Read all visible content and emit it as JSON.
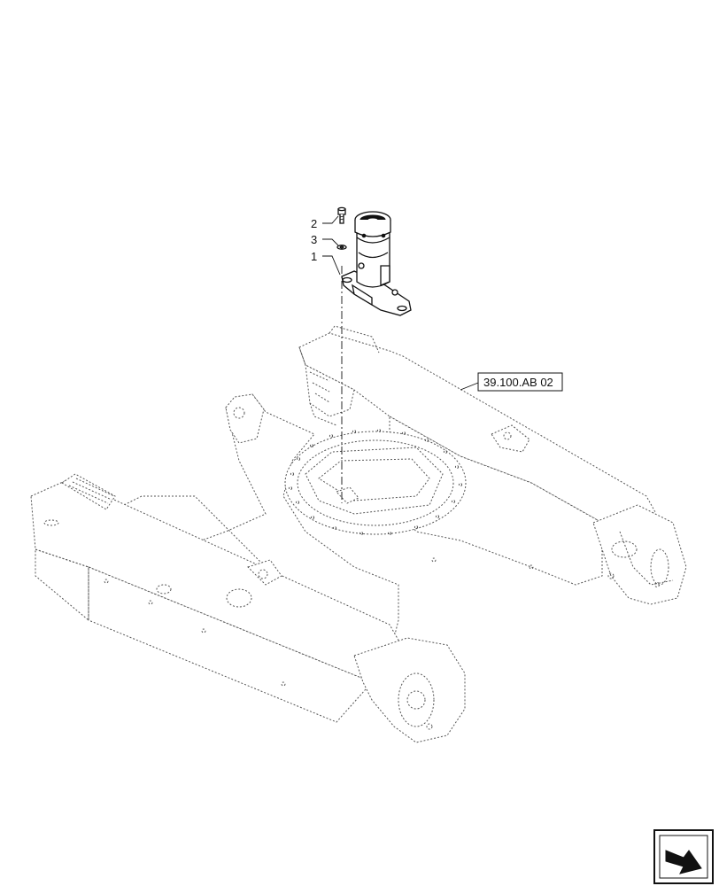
{
  "callouts": [
    {
      "id": "2",
      "label": "2"
    },
    {
      "id": "3",
      "label": "3"
    },
    {
      "id": "1",
      "label": "1"
    }
  ],
  "reference_link": {
    "label": "39.100.AB 02"
  },
  "nav_icon": {
    "name": "next-page-arrow-icon"
  },
  "colors": {
    "line": "#111111",
    "ghost_line": "#555555",
    "background": "#ffffff"
  }
}
